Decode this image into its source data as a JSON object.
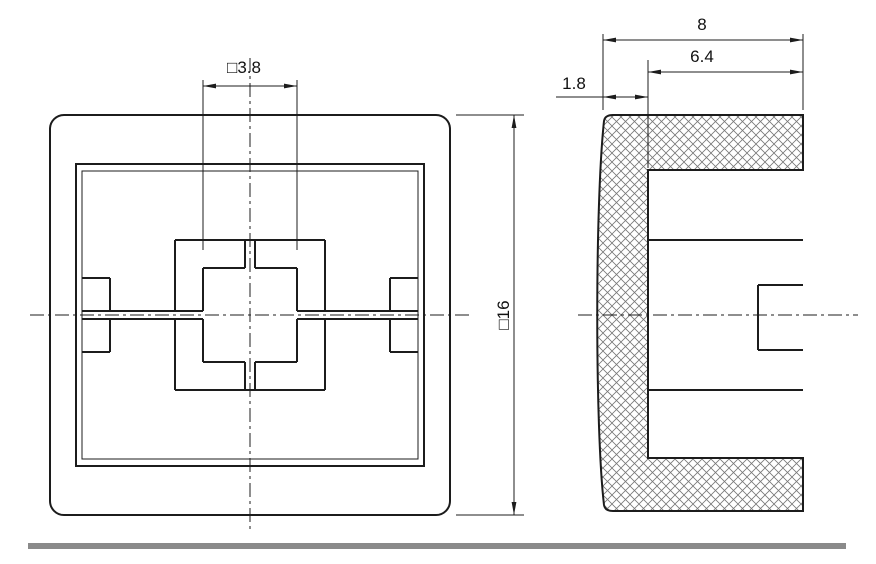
{
  "drawing": {
    "type": "technical-drawing",
    "front_view": {
      "dim_stem": "□3.8",
      "dim_outer": "□16"
    },
    "side_view": {
      "dim_total": "8",
      "dim_cavity": "6.4",
      "dim_wall": "1.8"
    },
    "colors": {
      "line": "#1c1c1c",
      "hatch": "#777777",
      "ground_bar": "#8a8a8a",
      "background": "#ffffff"
    }
  }
}
